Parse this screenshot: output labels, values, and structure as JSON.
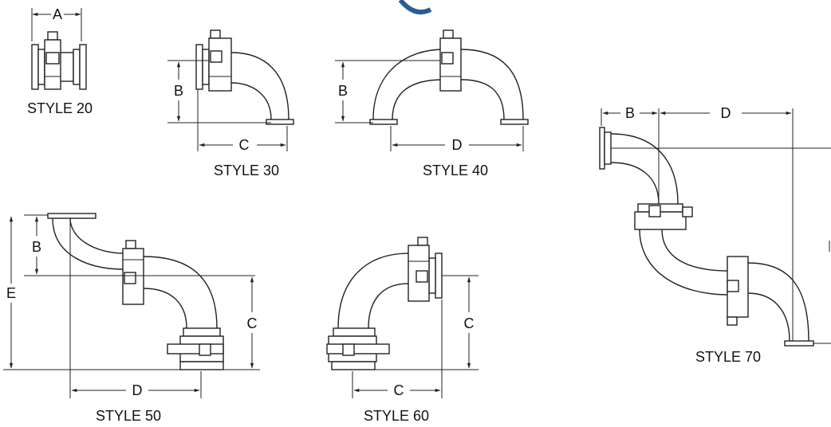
{
  "styles": [
    {
      "caption": "STYLE 20",
      "dims": [
        "A"
      ]
    },
    {
      "caption": "STYLE 30",
      "dims": [
        "B",
        "C"
      ]
    },
    {
      "caption": "STYLE 40",
      "dims": [
        "B",
        "D"
      ]
    },
    {
      "caption": "STYLE 50",
      "dims": [
        "B",
        "E",
        "C",
        "D"
      ]
    },
    {
      "caption": "STYLE 60",
      "dims": [
        "C",
        "C"
      ]
    },
    {
      "caption": "STYLE 70",
      "dims": [
        "B",
        "D"
      ]
    }
  ],
  "line_color": "#222222",
  "title_fragment_color": "#2a5d8f"
}
